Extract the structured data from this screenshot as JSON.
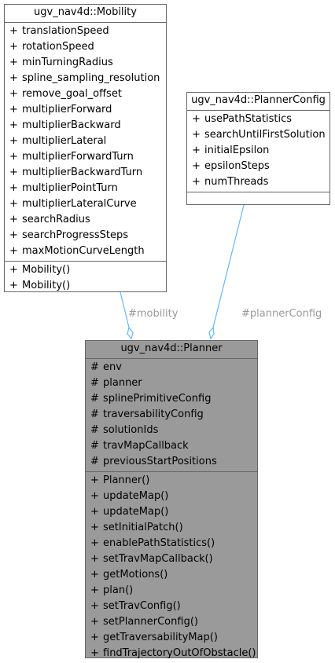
{
  "classes": {
    "mobility": {
      "name": "ugv_nav4d::Mobility",
      "attributes": [
        {
          "vis": "+",
          "name": "translationSpeed"
        },
        {
          "vis": "+",
          "name": "rotationSpeed"
        },
        {
          "vis": "+",
          "name": "minTurningRadius"
        },
        {
          "vis": "+",
          "name": "spline_sampling_resolution"
        },
        {
          "vis": "+",
          "name": "remove_goal_offset"
        },
        {
          "vis": "+",
          "name": "multiplierForward"
        },
        {
          "vis": "+",
          "name": "multiplierBackward"
        },
        {
          "vis": "+",
          "name": "multiplierLateral"
        },
        {
          "vis": "+",
          "name": "multiplierForwardTurn"
        },
        {
          "vis": "+",
          "name": "multiplierBackwardTurn"
        },
        {
          "vis": "+",
          "name": "multiplierPointTurn"
        },
        {
          "vis": "+",
          "name": "multiplierLateralCurve"
        },
        {
          "vis": "+",
          "name": "searchRadius"
        },
        {
          "vis": "+",
          "name": "searchProgressSteps"
        },
        {
          "vis": "+",
          "name": "maxMotionCurveLength"
        }
      ],
      "methods": [
        {
          "vis": "+",
          "name": "Mobility()"
        },
        {
          "vis": "+",
          "name": "Mobility()"
        }
      ]
    },
    "plannerConfig": {
      "name": "ugv_nav4d::PlannerConfig",
      "attributes": [
        {
          "vis": "+",
          "name": "usePathStatistics"
        },
        {
          "vis": "+",
          "name": "searchUntilFirstSolution"
        },
        {
          "vis": "+",
          "name": "initialEpsilon"
        },
        {
          "vis": "+",
          "name": "epsilonSteps"
        },
        {
          "vis": "+",
          "name": "numThreads"
        }
      ],
      "methods": []
    },
    "planner": {
      "name": "ugv_nav4d::Planner",
      "attributes": [
        {
          "vis": "#",
          "name": "env"
        },
        {
          "vis": "#",
          "name": "planner"
        },
        {
          "vis": "#",
          "name": "splinePrimitiveConfig"
        },
        {
          "vis": "#",
          "name": "traversabilityConfig"
        },
        {
          "vis": "#",
          "name": "solutionIds"
        },
        {
          "vis": "#",
          "name": "travMapCallback"
        },
        {
          "vis": "#",
          "name": "previousStartPositions"
        }
      ],
      "methods": [
        {
          "vis": "+",
          "name": "Planner()"
        },
        {
          "vis": "+",
          "name": "updateMap()"
        },
        {
          "vis": "+",
          "name": "updateMap()"
        },
        {
          "vis": "+",
          "name": "setInitialPatch()"
        },
        {
          "vis": "+",
          "name": "enablePathStatistics()"
        },
        {
          "vis": "+",
          "name": "setTravMapCallback()"
        },
        {
          "vis": "+",
          "name": "getMotions()"
        },
        {
          "vis": "+",
          "name": "plan()"
        },
        {
          "vis": "+",
          "name": "setTravConfig()"
        },
        {
          "vis": "+",
          "name": "setPlannerConfig()"
        },
        {
          "vis": "+",
          "name": "getTraversabilityMap()"
        },
        {
          "vis": "+",
          "name": "findTrajectoryOutOfObstacle()"
        }
      ]
    }
  },
  "edges": {
    "mobility_label": "#mobility",
    "plannerConfig_label": "#plannerConfig",
    "edge_color": "#63b8ff",
    "label_color": "#9a9a9a"
  },
  "colors": {
    "border": "#666666",
    "highlight_fill": "#9a9a9a"
  }
}
